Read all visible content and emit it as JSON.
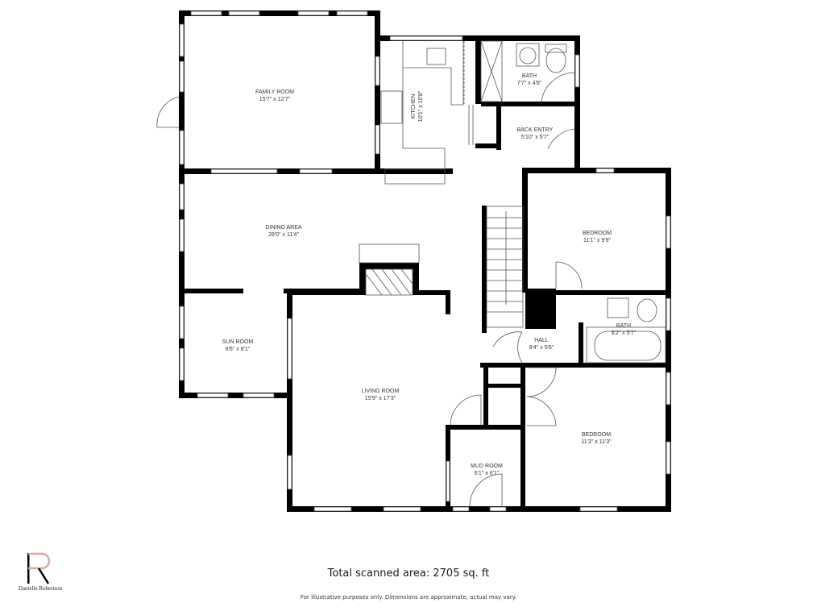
{
  "rooms": [
    {
      "name": "FAMILY ROOM",
      "dims": "15'7\" x 12'7\""
    },
    {
      "name": "KITCHEN",
      "dims": "10'1\" x 10'8\""
    },
    {
      "name": "BATH",
      "dims": "7'7\" x 4'8\""
    },
    {
      "name": "BACK ENTRY",
      "dims": "5'10\" x 5'7\""
    },
    {
      "name": "DINING AREA",
      "dims": "28'0\" x 11'4\""
    },
    {
      "name": "BEDROOM",
      "dims": "11'1\" x 9'9\""
    },
    {
      "name": "SUN ROOM",
      "dims": "8'6\" x 8'1\""
    },
    {
      "name": "HALL",
      "dims": "8'4\" x 5'6\""
    },
    {
      "name": "BATH",
      "dims": "6'2\" x 5'7\""
    },
    {
      "name": "LIVING ROOM",
      "dims": "15'9\" x 17'3\""
    },
    {
      "name": "BEDROOM",
      "dims": "11'3\" x 11'3\""
    },
    {
      "name": "MUD ROOM",
      "dims": "6'1\" x 6'1\""
    }
  ],
  "footer": {
    "total_area": "Total scanned area: 2705 sq. ft",
    "disclaimer": "For illustrative purposes only. Dimensions are approximate, actual may vary."
  },
  "branding": {
    "logo_letter": "R",
    "name": "Danielle Robertson",
    "logo_color": "#d8a8a4"
  },
  "colors": {
    "wall": "#000000",
    "fixture": "#666666",
    "label": "#333333"
  }
}
